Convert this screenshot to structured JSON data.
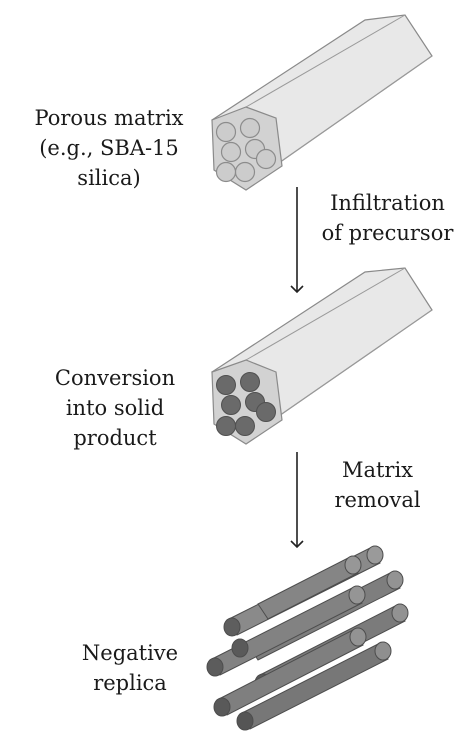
{
  "stage1": {
    "lines": [
      "Porous matrix",
      "(e.g., SBA-15",
      "silica)"
    ]
  },
  "step1": {
    "lines": [
      "Infiltration",
      "of precursor"
    ]
  },
  "stage2": {
    "lines": [
      "Conversion",
      "into solid",
      "product"
    ]
  },
  "step2": {
    "lines": [
      "Matrix",
      "removal"
    ]
  },
  "stage3": {
    "lines": [
      "Negative",
      "replica"
    ]
  },
  "colors": {
    "matrix_face": "#d4d4d4",
    "matrix_side": "#e6e6e6",
    "pore_empty": "#cfcfcf",
    "pore_filled": "#6b6b6b",
    "rod": "#7a7a7a",
    "arrow": "#222222"
  }
}
